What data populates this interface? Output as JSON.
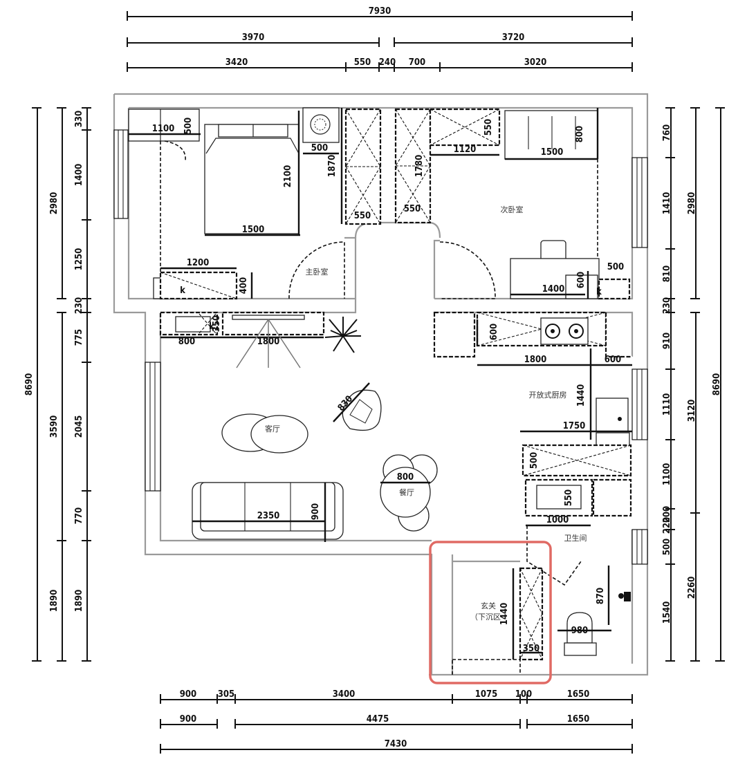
{
  "dims": {
    "top": [
      "7930",
      "3970",
      "3720",
      "3420",
      "550",
      "240",
      "700",
      "3020"
    ],
    "bottom": [
      "900",
      "305",
      "3400",
      "1075",
      "100",
      "1650",
      "900",
      "4475",
      "1650",
      "7430"
    ],
    "left_outer": [
      "8690",
      "2980",
      "3590",
      "1890"
    ],
    "left_inner": [
      "330",
      "1400",
      "1250",
      "230",
      "775",
      "2045",
      "770",
      "1890"
    ],
    "right_inner": [
      "760",
      "1410",
      "810",
      "230",
      "910",
      "1110",
      "1100",
      "200",
      "220",
      "500",
      "1540"
    ],
    "right_mid": [
      "2980",
      "3120",
      "2260"
    ],
    "right_outer": [
      "8690"
    ]
  },
  "rooms": {
    "master_bedroom": "主卧室",
    "second_bedroom": "次卧室",
    "living": "客厅",
    "dining": "餐厅",
    "kitchen": "开放式厨房",
    "bathroom": "卫生间",
    "entry_line1": "玄关",
    "entry_line2": "（下沉区"
  },
  "furniture_dims": {
    "mb_cab_w": "1100",
    "mb_cab_d": "500",
    "bed_w": "1500",
    "bed_l": "2100",
    "mb_small_w": "500",
    "wardrobe_l1": "1870",
    "wardrobe_d1": "550",
    "wardrobe_l2": "1780",
    "wardrobe_d2": "550",
    "sb_cab_w": "1120",
    "sb_cab_d": "550",
    "sb_bed_w": "1500",
    "sb_bed_d": "800",
    "desk_l": "1200",
    "desk_d": "400",
    "sb_desk_w": "1400",
    "sb_desk_d": "600",
    "sb_small": "500",
    "tv_l": "800",
    "tv_w": "1800",
    "tv_d": "350",
    "chair": "830",
    "table": "800",
    "sofa_w": "2350",
    "sofa_d": "900",
    "kit_w": "1800",
    "kit_d": "600",
    "kit_r": "600",
    "kit_len": "1440",
    "counter_w": "1750",
    "counter_d": "500",
    "wash_d": "550",
    "bath_w": "1000",
    "shoe_l": "1440",
    "shoe_d": "350",
    "toilet_d": "870",
    "toilet_w": "980"
  }
}
